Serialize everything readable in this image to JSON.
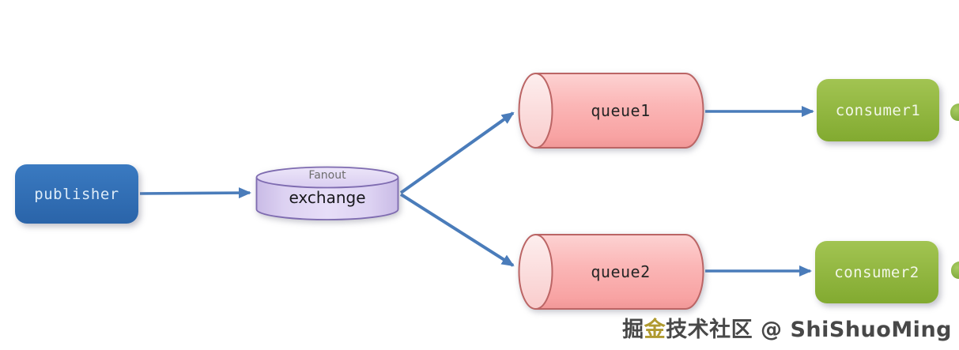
{
  "diagram": {
    "nodes": {
      "publisher": {
        "label": "publisher"
      },
      "exchange": {
        "type_label": "Fanout",
        "label": "exchange"
      },
      "queue1": {
        "label": "queue1"
      },
      "queue2": {
        "label": "queue2"
      },
      "consumer1": {
        "label": "consumer1"
      },
      "consumer2": {
        "label": "consumer2"
      }
    },
    "edges": [
      {
        "from": "publisher",
        "to": "exchange"
      },
      {
        "from": "exchange",
        "to": "queue1"
      },
      {
        "from": "exchange",
        "to": "queue2"
      },
      {
        "from": "queue1",
        "to": "consumer1"
      },
      {
        "from": "queue2",
        "to": "consumer2"
      }
    ],
    "colors": {
      "publisher_blue": "#2f6fb6",
      "exchange_purple_fill": "#ddd2f2",
      "exchange_purple_border": "#7e6bb0",
      "queue_pink_fill": "#fbb6b6",
      "queue_pink_border": "#bb6565",
      "consumer_green": "#8cb63c",
      "arrow_blue": "#4a7cba",
      "watermark_gray": "#484848",
      "watermark_gold": "#b09a30"
    }
  },
  "watermark": {
    "char_jue": "掘",
    "char_jin": "金",
    "rest": "技术社区 @ ShiShuoMing",
    "full_text": "掘金技术社区 @ ShiShuoMing"
  }
}
